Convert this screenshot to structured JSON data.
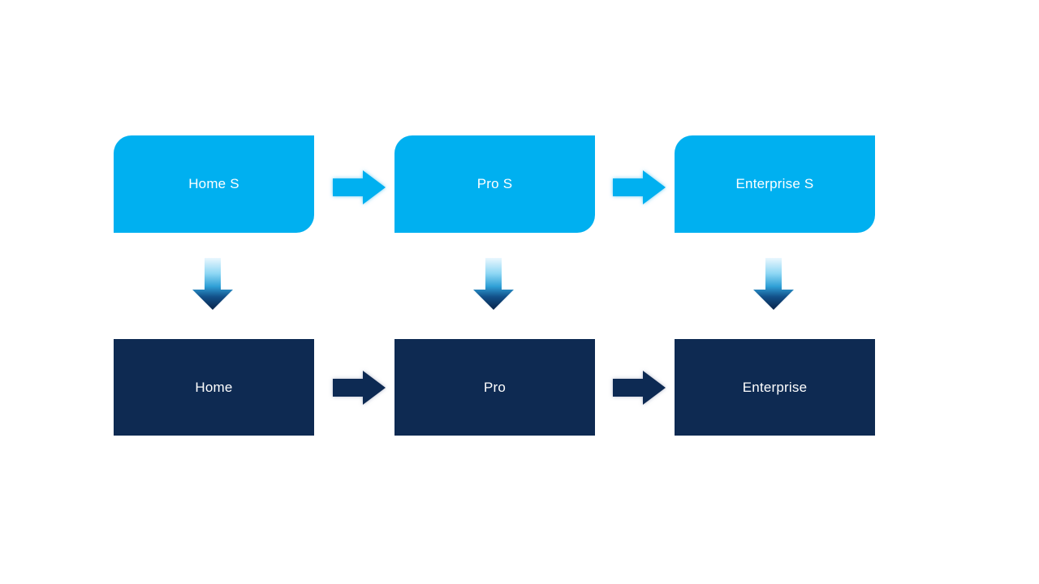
{
  "slide": {
    "background": "#FFFFFF"
  },
  "colors": {
    "top_box_fill": "#00B0F0",
    "bottom_box_fill": "#0E2A52",
    "box_text": "#FFFFFF",
    "top_arrow_fill": "#00B0F0",
    "top_arrow_glow": "#5BC6F0",
    "bottom_arrow_fill": "#0E2A52",
    "bottom_arrow_glow": "#8A94B0",
    "down_arrow_gradient": [
      "#EAF7FE",
      "#8ED7F4",
      "#2F9FD6",
      "#125089",
      "#0A2449"
    ]
  },
  "diagram": {
    "columns": [
      {
        "top": {
          "label": "Home S"
        },
        "bottom": {
          "label": "Home"
        }
      },
      {
        "top": {
          "label": "Pro S"
        },
        "bottom": {
          "label": "Pro"
        }
      },
      {
        "top": {
          "label": "Enterprise S"
        },
        "bottom": {
          "label": "Enterprise"
        }
      }
    ]
  }
}
